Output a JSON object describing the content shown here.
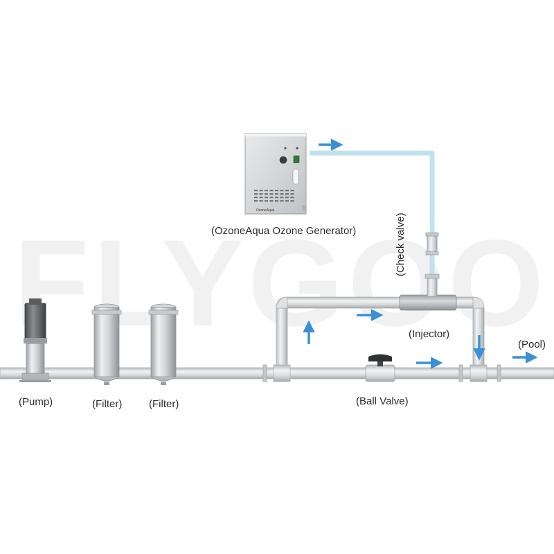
{
  "watermark": "FLYGOO",
  "device": {
    "brand_plate": "OzoneAqua",
    "label": "(OzoneAqua Ozone Generator)"
  },
  "labels": {
    "check_valve": "(Check valve)",
    "injector": "(Injector)",
    "pool": "(Pool)",
    "pump": "(Pump)",
    "filter_1": "(Filter)",
    "filter_2": "(Filter)",
    "ball_valve": "(Ball Valve)"
  },
  "colors": {
    "pipe": "#d7d9db",
    "pipe_edge": "#a9acaf",
    "ozone_line": "#bfe3ee",
    "arrow": "#3a8fd6",
    "steel": "#c9cccf"
  }
}
